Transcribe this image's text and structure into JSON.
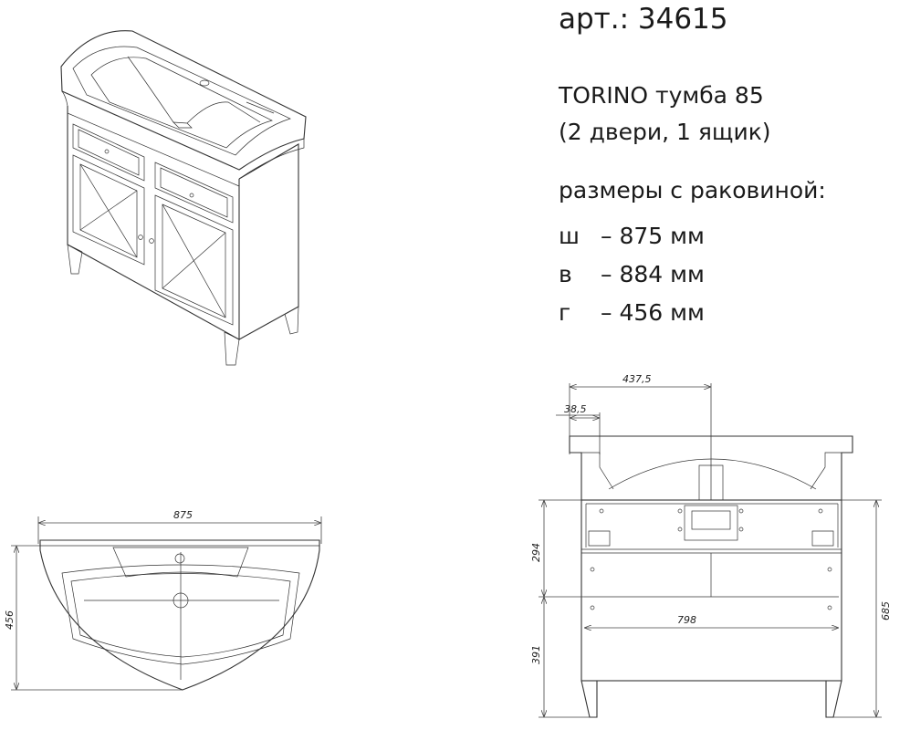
{
  "spec": {
    "article": "арт.: 34615",
    "title": "TORINO  тумба 85",
    "subtitle": "(2 двери, 1 ящик)",
    "dims_header": "размеры с раковиной:",
    "dims": [
      {
        "key": "ш",
        "value": "– 875 мм"
      },
      {
        "key": "в",
        "value": "– 884 мм"
      },
      {
        "key": "г",
        "value": "– 456 мм"
      }
    ]
  },
  "drawing": {
    "top_view": {
      "width_label": "875",
      "depth_label": "456"
    },
    "front_view": {
      "center_label": "437,5",
      "edge_label": "38,5",
      "drawer_height_label": "294",
      "door_height_label": "391",
      "inner_width_label": "798",
      "body_height_label": "685"
    }
  }
}
